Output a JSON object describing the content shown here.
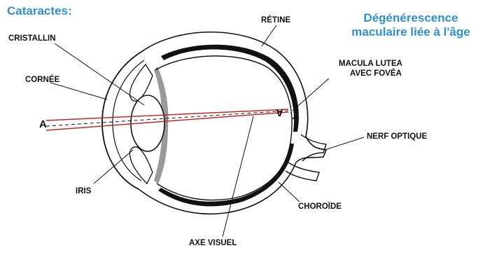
{
  "titles": {
    "left": "Cataractes:",
    "right_line1": "Dégénérescence",
    "right_line2": "maculaire liée à l'âge"
  },
  "labels": {
    "cristallin": "CRISTALLIN",
    "cornee": "CORNÉE",
    "iris": "IRIS",
    "retine": "RÉTINE",
    "macula_line1": "MACULA LUTEA",
    "macula_line2": "AVEC FOVÉA",
    "nerf_optique": "NERF OPTIQUE",
    "choroide": "CHOROÏDE",
    "axe_visuel": "AXE VISUEL"
  },
  "points": {
    "object": "A",
    "image": "A"
  },
  "colors": {
    "title": "#2f8fd6",
    "label": "#111111",
    "ray": "#c0282a",
    "outline": "#111111",
    "vitreous_shade": "#9a9a9a"
  }
}
